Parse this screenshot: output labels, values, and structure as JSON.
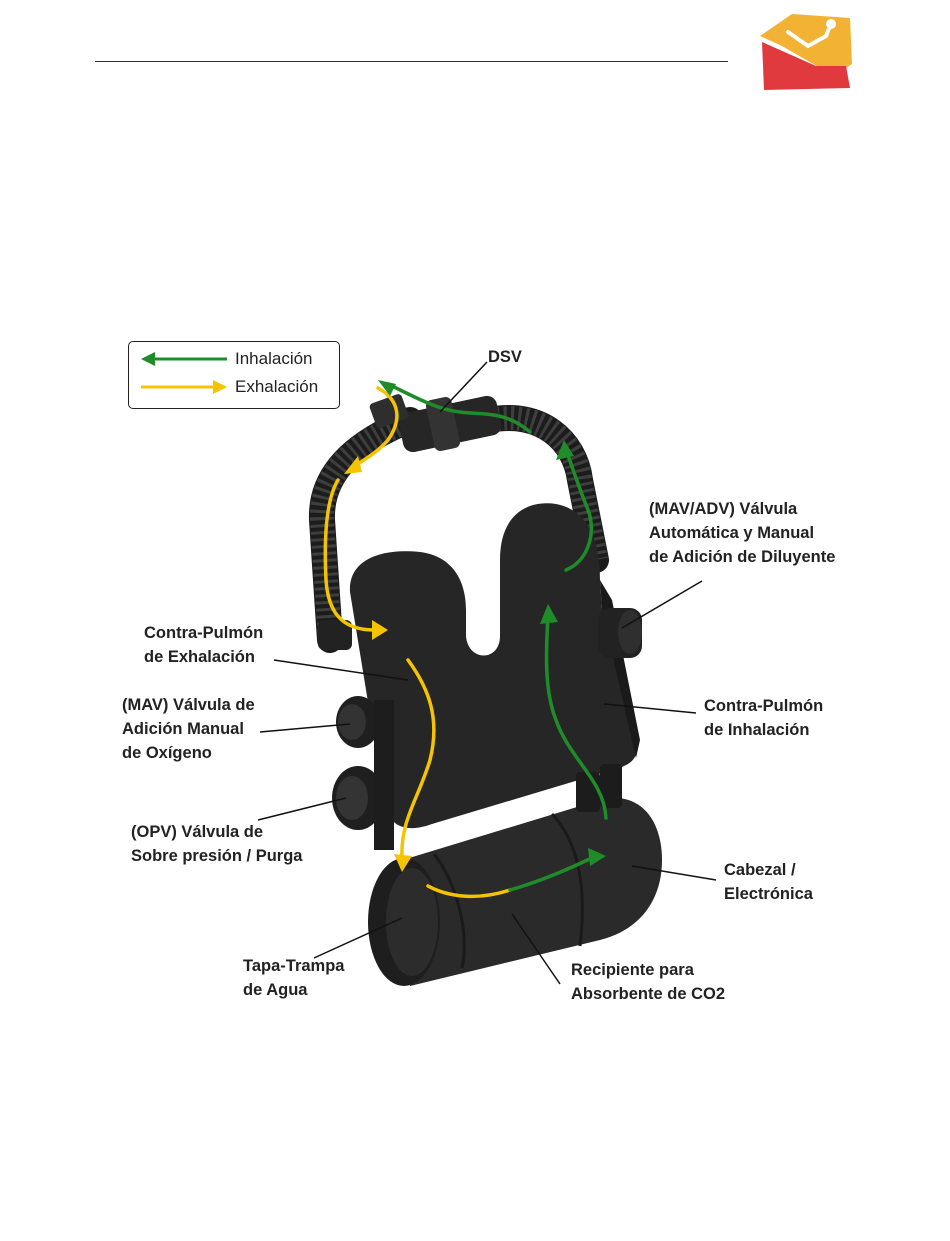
{
  "colors": {
    "inhalation": "#1f8c2a",
    "exhalation": "#f5c400",
    "logo_red": "#e03a3e",
    "logo_yellow": "#f2b233",
    "device": "#2a2a2a"
  },
  "icons": [
    "brand-logo-icon",
    "green-arrow-icon",
    "yellow-arrow-icon"
  ],
  "legend": {
    "inhalation_label": "Inhalación",
    "exhalation_label": "Exhalación"
  },
  "labels": {
    "dsv": "DSV",
    "mav_adv": [
      "(MAV/ADV) Válvula",
      "Automática y Manual",
      "de Adición de Diluyente"
    ],
    "contra_pulmon_exhalacion": [
      "Contra-Pulmón",
      "de Exhalación"
    ],
    "contra_pulmon_inhalacion": [
      "Contra-Pulmón",
      "de Inhalación"
    ],
    "mav_oxigeno": [
      "(MAV) Válvula de",
      "Adición Manual",
      "de Oxígeno"
    ],
    "opv": [
      "(OPV) Válvula de",
      "Sobre presión / Purga"
    ],
    "cabezal": [
      "Cabezal /",
      "Electrónica"
    ],
    "tapa_trampa": [
      "Tapa-Trampa",
      "de Agua"
    ],
    "recipiente": [
      "Recipiente para",
      "Absorbente de CO2"
    ]
  }
}
